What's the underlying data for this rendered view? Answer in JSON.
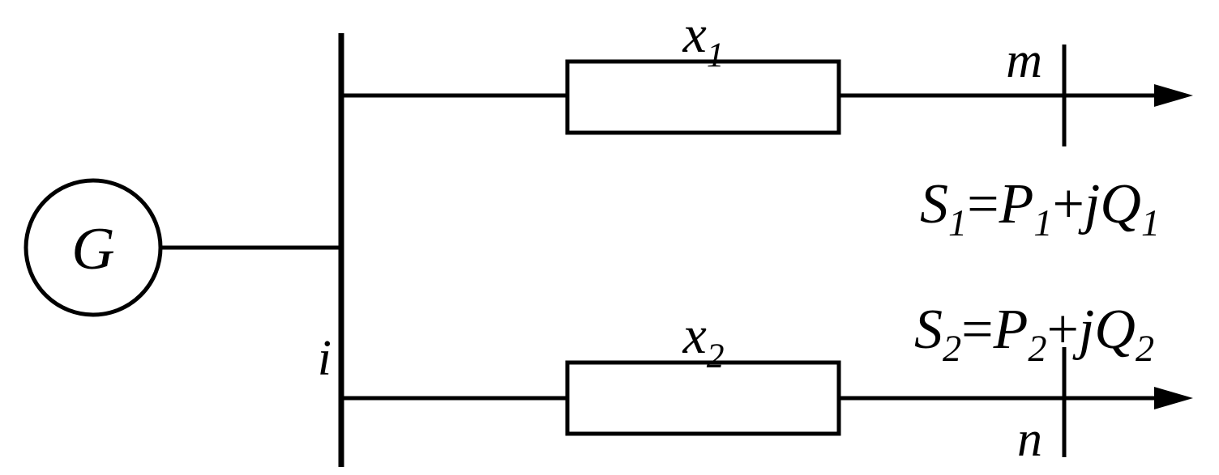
{
  "diagram": {
    "title": "Power system one-line diagram",
    "type": "single-line-electrical-schematic",
    "colors": {
      "line": "#000000",
      "background": "#ffffff",
      "fill": "#ffffff"
    },
    "generator": {
      "label": "G",
      "name": "generator"
    },
    "source_bus": {
      "label": "i",
      "name": "bus-i"
    },
    "branches": [
      {
        "reactance_label": "x",
        "reactance_subscript": "1",
        "bus_label": "m",
        "power": {
          "s": "S",
          "s_sub": "1",
          "eq": "=",
          "p": "P",
          "p_sub": "1",
          "plus": "+",
          "j": "j",
          "q": "Q",
          "q_sub": "1"
        }
      },
      {
        "reactance_label": "x",
        "reactance_subscript": "2",
        "bus_label": "n",
        "power": {
          "s": "S",
          "s_sub": "2",
          "eq": "=",
          "p": "P",
          "p_sub": "2",
          "plus": "+",
          "j": "j",
          "q": "Q",
          "q_sub": "2"
        }
      }
    ]
  }
}
